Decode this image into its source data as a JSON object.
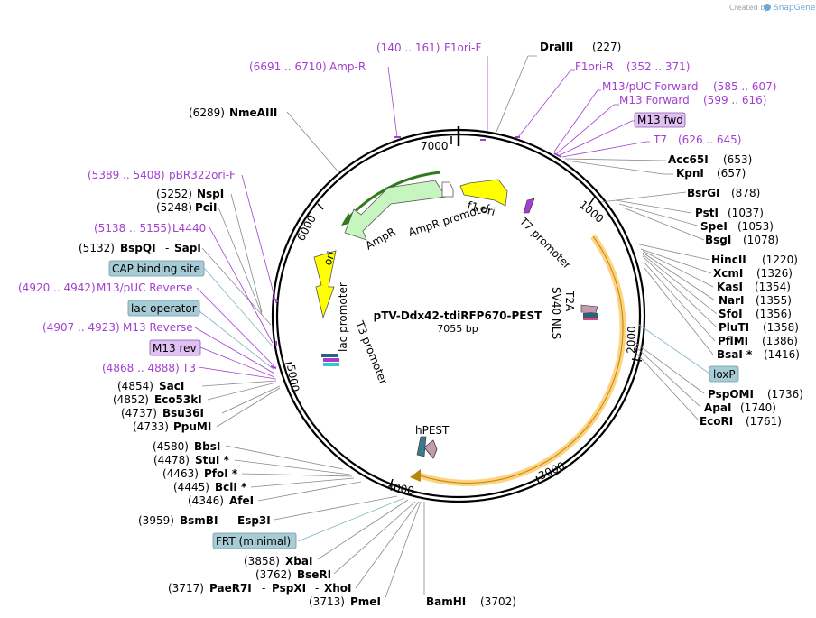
{
  "credit": {
    "prefix": "Created by",
    "brand": "SnapGene"
  },
  "plasmid": {
    "name": "pTV-Ddx42-tdiRFP670-PEST",
    "length": "7055 bp"
  },
  "ticks": [
    "1000",
    "2000",
    "3000",
    "4000",
    "5000",
    "6000",
    "7000"
  ],
  "colors": {
    "primer": "#a23fd0",
    "boxed_feature_bg": "#a7ccd6",
    "primer_box_bg": "#e0c1f3",
    "ampr_fill": "#c6f5c0",
    "ori_fill": "#ffff00",
    "orf_fill": "#ffd27f",
    "hpest_fill": "#c49ab0"
  },
  "enzymes": {
    "draIII": {
      "name": "DraIII",
      "pos": "(227)"
    },
    "acc65i": {
      "name": "Acc65I",
      "pos": "(653)"
    },
    "kpni": {
      "name": "KpnI",
      "pos": "(657)"
    },
    "bsrgi": {
      "name": "BsrGI",
      "pos": "(878)"
    },
    "psti": {
      "name": "PstI",
      "pos": "(1037)"
    },
    "spei": {
      "name": "SpeI",
      "pos": "(1053)"
    },
    "bsgi": {
      "name": "BsgI",
      "pos": "(1078)"
    },
    "hincii": {
      "name": "HincII",
      "pos": "(1220)"
    },
    "xcmi": {
      "name": "XcmI",
      "pos": "(1326)"
    },
    "kasi": {
      "name": "KasI",
      "pos": "(1354)"
    },
    "nari": {
      "name": "NarI",
      "pos": "(1355)"
    },
    "sfoi": {
      "name": "SfoI",
      "pos": "(1356)"
    },
    "pluti": {
      "name": "PluTI",
      "pos": "(1358)"
    },
    "pflmi": {
      "name": "PflMI",
      "pos": "(1386)"
    },
    "bsai": {
      "name": "BsaI *",
      "pos": "(1416)"
    },
    "pspomi": {
      "name": "PspOMI",
      "pos": "(1736)"
    },
    "apai": {
      "name": "ApaI",
      "pos": "(1740)"
    },
    "ecori": {
      "name": "EcoRI",
      "pos": "(1761)"
    },
    "bamhi": {
      "name": "BamHI",
      "pos": "(3702)"
    },
    "pmei": {
      "name": "PmeI",
      "pos": "(3713)"
    },
    "paer7i": {
      "name": "PaeR7I",
      "pos": "(3717)",
      "sep1": "-",
      "name2": "PspXI",
      "sep2": "-",
      "name3": "XhoI"
    },
    "bseri": {
      "name": "BseRI",
      "pos": "(3762)"
    },
    "xbai": {
      "name": "XbaI",
      "pos": "(3858)"
    },
    "bsmbi": {
      "name": "BsmBI",
      "pos": "(3959)",
      "sep": "-",
      "name2": "Esp3I"
    },
    "afei": {
      "name": "AfeI",
      "pos": "(4346)"
    },
    "bcli": {
      "name": "BclI *",
      "pos": "(4445)"
    },
    "pfoi": {
      "name": "PfoI *",
      "pos": "(4463)"
    },
    "stui": {
      "name": "StuI *",
      "pos": "(4478)"
    },
    "bbsi": {
      "name": "BbsI",
      "pos": "(4580)"
    },
    "ppumi": {
      "name": "PpuMI",
      "pos": "(4733)"
    },
    "bsu36i": {
      "name": "Bsu36I",
      "pos": "(4737)"
    },
    "eco53ki": {
      "name": "Eco53kI",
      "pos": "(4852)"
    },
    "saci": {
      "name": "SacI",
      "pos": "(4854)"
    },
    "bspqi": {
      "name": "BspQI",
      "pos": "(5132)",
      "sep": "-",
      "name2": "SapI"
    },
    "pcii": {
      "name": "PciI",
      "pos": "(5248)"
    },
    "nspi": {
      "name": "NspI",
      "pos": "(5252)"
    },
    "nmeaiii": {
      "name": "NmeAIII",
      "pos": "(6289)"
    }
  },
  "primers": {
    "f1ori_f": {
      "name": "F1ori-F",
      "range": "(140 .. 161)"
    },
    "f1ori_r": {
      "name": "F1ori-R",
      "range": "(352 .. 371)"
    },
    "m13puc_fwd": {
      "name": "M13/pUC Forward",
      "range": "(585 .. 607)"
    },
    "m13_forward": {
      "name": "M13 Forward",
      "range": "(599 .. 616)"
    },
    "m13_fwd": {
      "name": "M13 fwd"
    },
    "t7": {
      "name": "T7",
      "range": "(626 .. 645)"
    },
    "amp_r": {
      "name": "Amp-R",
      "range": "(6691 .. 6710)"
    },
    "pbr322ori_f": {
      "name": "pBR322ori-F",
      "range": "(5389 .. 5408)"
    },
    "l4440": {
      "name": "L4440",
      "range": "(5138 .. 5155)"
    },
    "m13puc_rev": {
      "name": "M13/pUC Reverse",
      "range": "(4920 .. 4942)"
    },
    "m13_reverse": {
      "name": "M13 Reverse",
      "range": "(4907 .. 4923)"
    },
    "m13_rev": {
      "name": "M13 rev"
    },
    "t3": {
      "name": "T3",
      "range": "(4868 .. 4888)"
    }
  },
  "boxed_features": {
    "cap": "CAP binding site",
    "lac_operator": "lac operator",
    "loxp": "loxP",
    "frt": "FRT (minimal)"
  },
  "inner_features": {
    "f1_ori": "f1 ori",
    "ampr": "AmpR",
    "ampr_promoter": "AmpR promoter",
    "t7_promoter": "T7 promoter",
    "ori": "ori",
    "lac_promoter": "lac promoter",
    "t3_promoter": "T3 promoter",
    "t2a": "T2A",
    "sv40_nls": "SV40 NLS",
    "hpest": "hPEST"
  }
}
